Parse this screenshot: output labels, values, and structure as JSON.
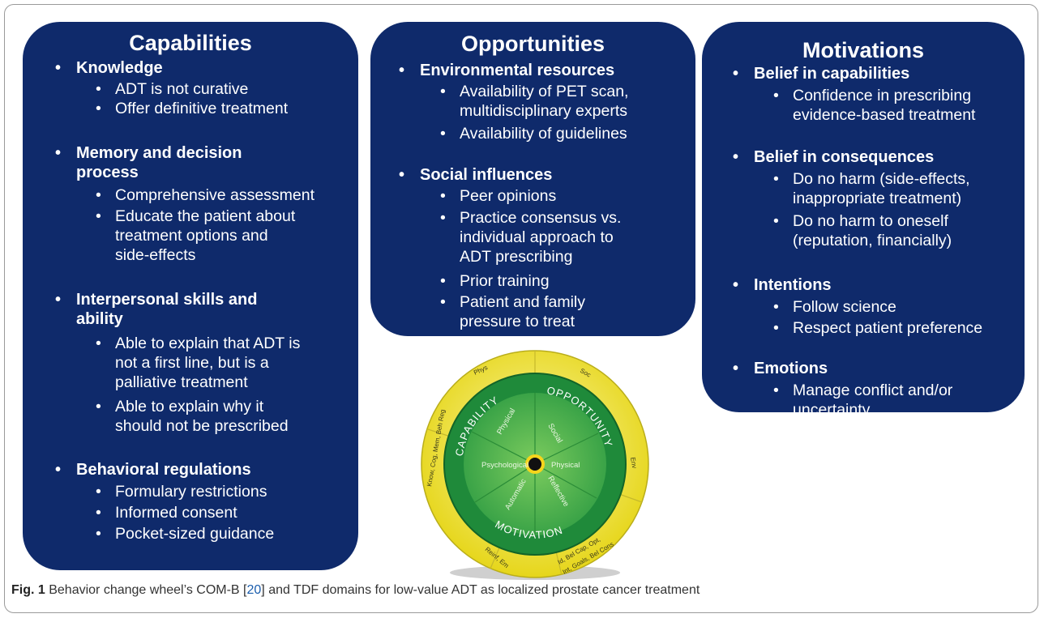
{
  "capabilities": {
    "title": "Capabilities",
    "domains": [
      {
        "name_lines": [
          "Knowledge"
        ],
        "items": [
          [
            "ADT is not curative"
          ],
          [
            "Offer definitive treatment"
          ]
        ]
      },
      {
        "name_lines": [
          "Memory and decision",
          "process"
        ],
        "items": [
          [
            "Comprehensive assessment"
          ],
          [
            "Educate the patient about",
            "treatment options and",
            "side-effects"
          ]
        ]
      },
      {
        "name_lines": [
          "Interpersonal skills and",
          "ability"
        ],
        "items": [
          [
            "Able to explain that ADT is",
            "not a first line, but is a",
            "palliative treatment"
          ],
          [
            "Able to explain why it",
            "should not be prescribed"
          ]
        ]
      },
      {
        "name_lines": [
          "Behavioral regulations"
        ],
        "items": [
          [
            "Formulary restrictions"
          ],
          [
            "Informed consent"
          ],
          [
            "Pocket-sized guidance"
          ]
        ]
      }
    ]
  },
  "opportunities": {
    "title": "Opportunities",
    "domains": [
      {
        "name_lines": [
          "Environmental resources"
        ],
        "items": [
          [
            "Availability of PET scan,",
            "multidisciplinary experts"
          ],
          [
            "Availability of guidelines"
          ]
        ]
      },
      {
        "name_lines": [
          "Social influences"
        ],
        "items": [
          [
            "Peer opinions"
          ],
          [
            "Practice consensus vs.",
            "individual approach to",
            "ADT prescribing"
          ],
          [
            "Prior training"
          ],
          [
            "Patient and family",
            "pressure to treat"
          ]
        ]
      }
    ]
  },
  "motivations": {
    "title": "Motivations",
    "domains": [
      {
        "name_lines": [
          "Belief in capabilities"
        ],
        "items": [
          [
            "Confidence in prescribing",
            "evidence-based treatment"
          ]
        ]
      },
      {
        "name_lines": [
          "Belief in consequences"
        ],
        "items": [
          [
            "Do no harm (side-effects,",
            "inappropriate treatment)"
          ],
          [
            "Do no harm to oneself",
            "(reputation, financially)"
          ]
        ]
      },
      {
        "name_lines": [
          "Intentions"
        ],
        "items": [
          [
            "Follow science"
          ],
          [
            "Respect patient preference"
          ]
        ]
      },
      {
        "name_lines": [
          "Emotions"
        ],
        "items": [
          [
            "Manage conflict and/or",
            "uncertainty"
          ]
        ]
      }
    ]
  },
  "wheel": {
    "outer_labels": [
      "Phys",
      "Soc",
      "Env",
      "Id, Bel Cap, Opt,",
      "Int, Goals, Bel Cons",
      "Reinf, Em",
      "Know, Cog, Mem, Beh Reg"
    ],
    "ring_labels": [
      "CAPABILITY",
      "OPPORTUNITY",
      "MOTIVATION"
    ],
    "inner_labels": [
      "Physical",
      "Social",
      "Psychological",
      "Physical",
      "Automatic",
      "Reflective"
    ],
    "colors": {
      "outer": "#f1e31a",
      "outer_light": "#f6ed76",
      "ring": "#1f8a3a",
      "inner": "#43b24a",
      "inner_dark": "#2e9a3c"
    }
  },
  "caption": {
    "label": "Fig. 1",
    "text_before": " Behavior change wheel’s COM-B [",
    "ref": "20",
    "text_after": "] and TDF domains for low-value ADT as localized prostate cancer treatment"
  }
}
